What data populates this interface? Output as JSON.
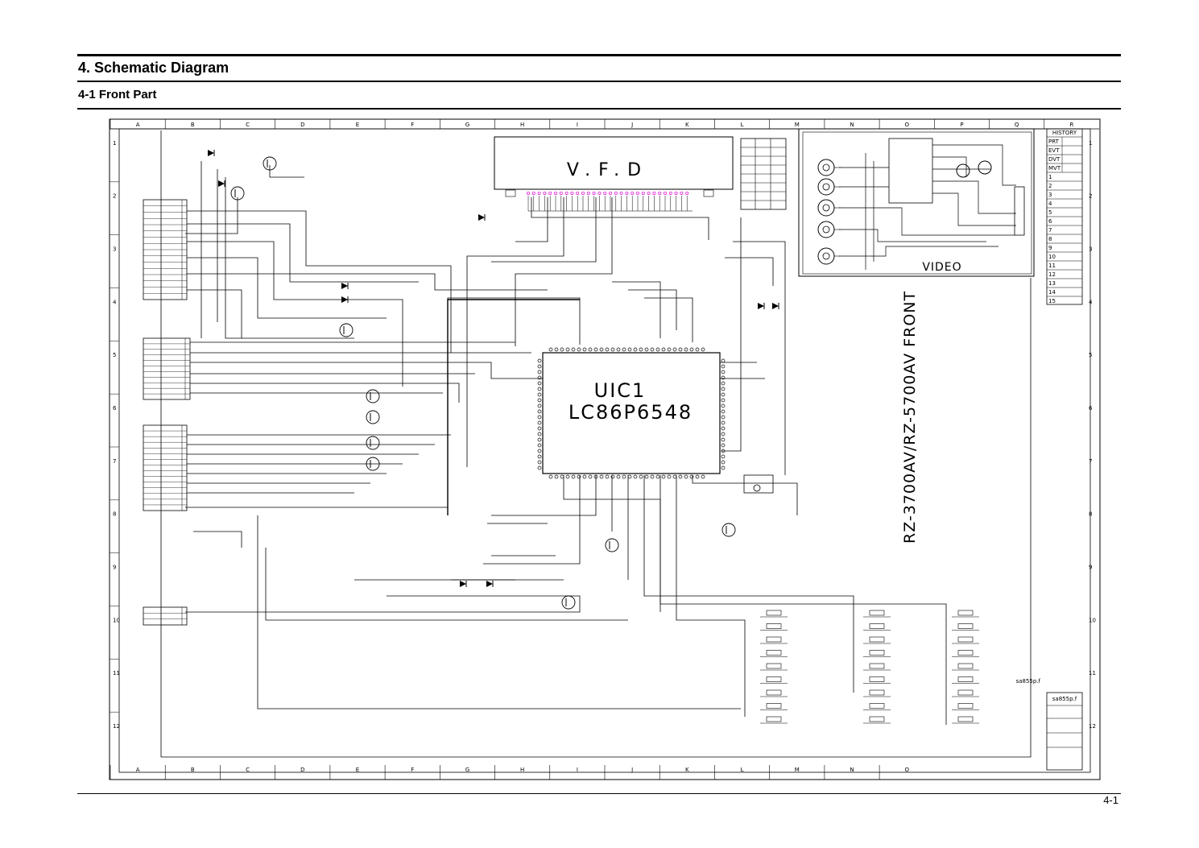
{
  "header": {
    "title": "4. Schematic Diagram",
    "subtitle": "4-1 Front Part"
  },
  "footer": {
    "page_number": "4-1"
  },
  "grid": {
    "columns": [
      "A",
      "B",
      "C",
      "D",
      "E",
      "F",
      "G",
      "H",
      "I",
      "J",
      "K",
      "L",
      "M",
      "N",
      "O",
      "P",
      "Q",
      "R"
    ],
    "bottom_columns": [
      "A",
      "B",
      "C",
      "D",
      "E",
      "F",
      "G",
      "H",
      "I",
      "J",
      "K",
      "L",
      "M",
      "N",
      "O"
    ],
    "rows": [
      "1",
      "2",
      "3",
      "4",
      "5",
      "6",
      "7",
      "8",
      "9",
      "10",
      "11",
      "12"
    ]
  },
  "schematic": {
    "vfd_label": "V.F.D",
    "video_label": "VIDEO",
    "ic_name": "UIC1",
    "ic_part": "LC86P6548",
    "model_label": "RZ-3700AV/RZ-5700AV  FRONT",
    "file_label": "sa855p.f",
    "history_title": "HISTORY",
    "history_rows": [
      "PRT",
      "EVT",
      "DVT",
      "MVT",
      "1",
      "2",
      "3",
      "4",
      "5",
      "6",
      "7",
      "8",
      "9",
      "10",
      "11",
      "12",
      "13",
      "14",
      "15"
    ]
  },
  "colors": {
    "ink": "#000000",
    "pin_number": "#e020d8",
    "paper": "#ffffff"
  }
}
